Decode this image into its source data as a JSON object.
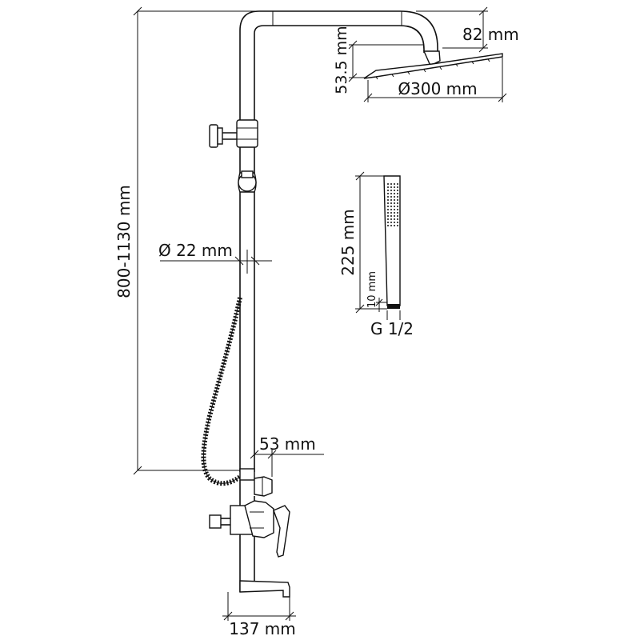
{
  "dimensions": {
    "total_height": "800-1130 mm",
    "arm_drop": "82 mm",
    "head_thickness": "53.5 mm",
    "head_diameter": "Ø300 mm",
    "pipe_diameter": "Ø 22 mm",
    "outlet_offset": "53 mm",
    "base_width": "137 mm",
    "hand_shower_length": "225 mm",
    "thread_length": "10 mm",
    "thread_size": "G 1/2"
  },
  "colors": {
    "line": "#111111",
    "background": "#ffffff"
  }
}
